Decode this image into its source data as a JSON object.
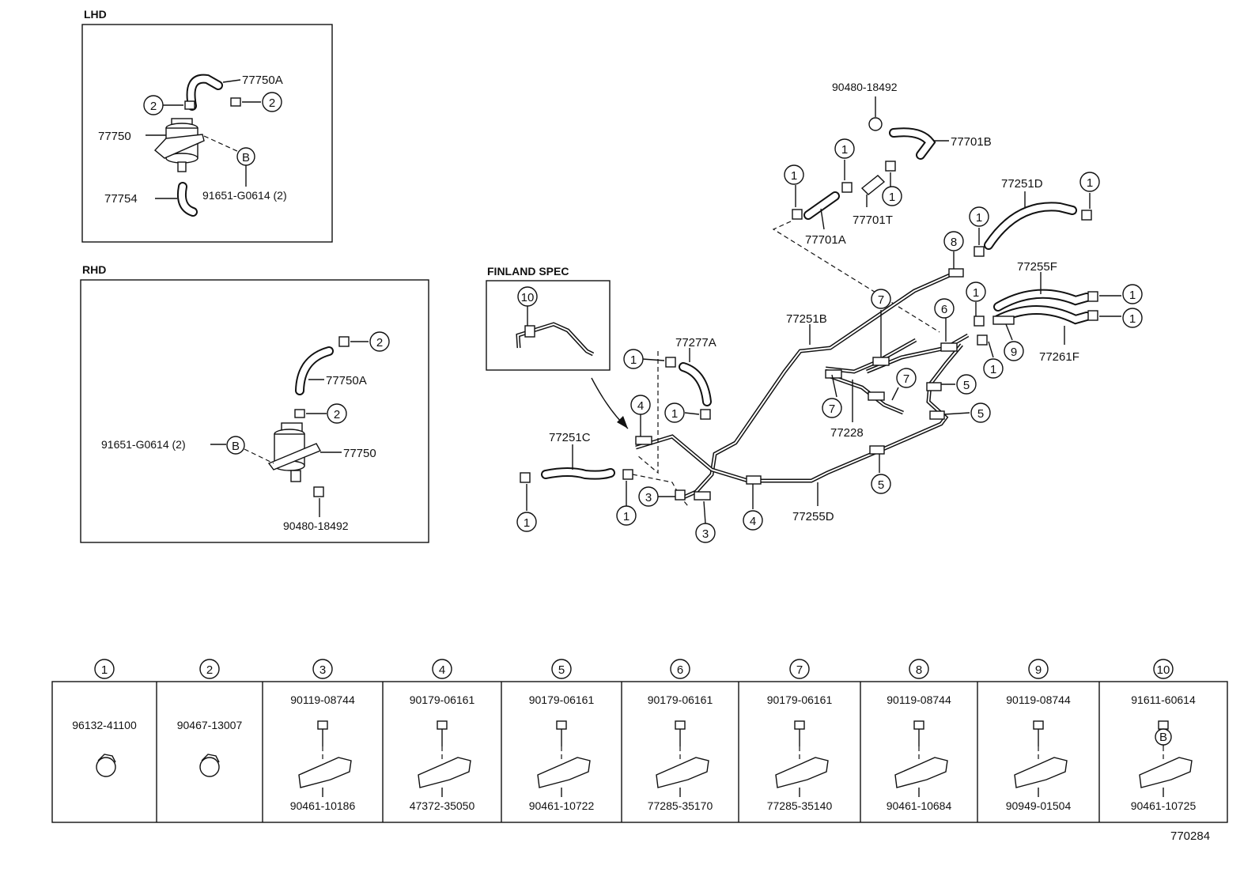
{
  "sections": {
    "lhd": "LHD",
    "rhd": "RHD",
    "finland": "FINLAND SPEC"
  },
  "lhd": {
    "hose_top": "77750A",
    "filter": "77750",
    "hose_bottom": "77754",
    "bolt": "91651-G0614 (2)",
    "ref_b": "B",
    "clip_left": "2",
    "clip_right": "2"
  },
  "rhd": {
    "clip_top": "2",
    "hose": "77750A",
    "clip_mid": "2",
    "bolt": "91651-G0614 (2)",
    "ref_b": "B",
    "filter": "77750",
    "cap": "90480-18492"
  },
  "finland": {
    "ref": "10"
  },
  "main": {
    "cap": "90480-18492",
    "hose_77701B": "77701B",
    "valve_77701T": "77701T",
    "hose_77701A": "77701A",
    "hose_77251D": "77251D",
    "hose_77255F": "77255F",
    "hose_77261F": "77261F",
    "pipe_77251B": "77251B",
    "hose_77277A": "77277A",
    "hose_77251C": "77251C",
    "pipe_77228": "77228",
    "pipe_77255D": "77255D"
  },
  "callouts": [
    "1",
    "1",
    "1",
    "1",
    "1",
    "1",
    "1",
    "1",
    "1",
    "1",
    "1",
    "1",
    "8",
    "7",
    "6",
    "7",
    "7",
    "5",
    "5",
    "5",
    "9",
    "4",
    "3",
    "3",
    "4"
  ],
  "legend": {
    "columns": [
      {
        "num": "1",
        "top": "",
        "bottom": "96132-41100"
      },
      {
        "num": "2",
        "top": "",
        "bottom": "90467-13007"
      },
      {
        "num": "3",
        "top": "90119-08744",
        "bottom": "90461-10186"
      },
      {
        "num": "4",
        "top": "90179-06161",
        "bottom": "47372-35050"
      },
      {
        "num": "5",
        "top": "90179-06161",
        "bottom": "90461-10722"
      },
      {
        "num": "6",
        "top": "90179-06161",
        "bottom": "77285-35170"
      },
      {
        "num": "7",
        "top": "90179-06161",
        "bottom": "77285-35140"
      },
      {
        "num": "8",
        "top": "90119-08744",
        "bottom": "90461-10684"
      },
      {
        "num": "9",
        "top": "90119-08744",
        "bottom": "90949-01504"
      },
      {
        "num": "10",
        "top": "91611-60614",
        "bottom": "90461-10725",
        "ref": "B"
      }
    ]
  },
  "figure_id": "770284"
}
